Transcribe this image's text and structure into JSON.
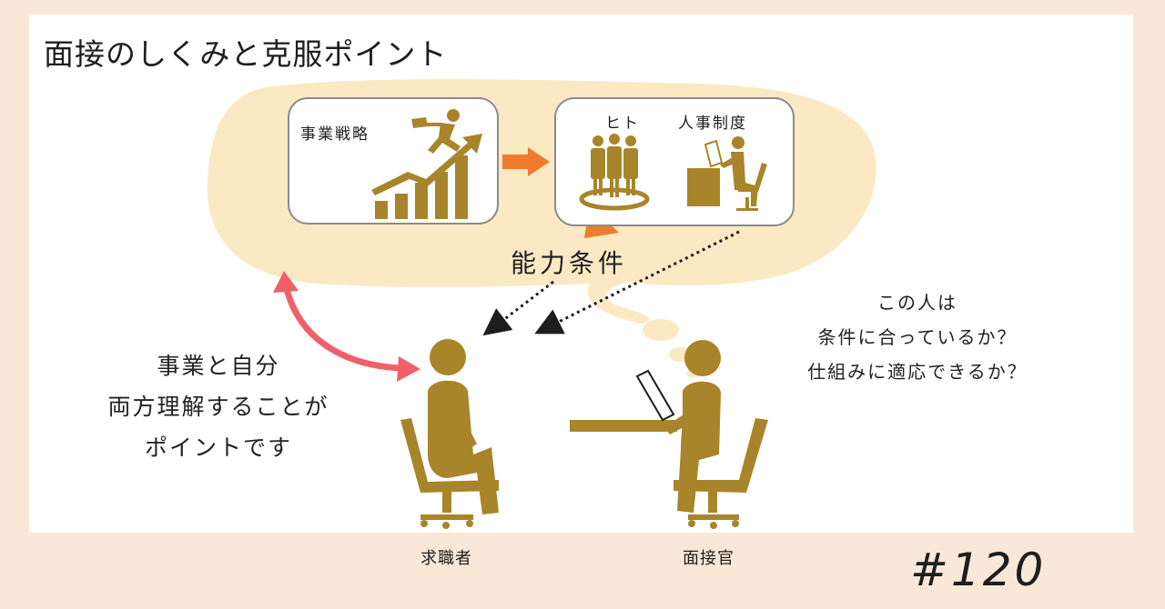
{
  "title": "面接のしくみと克服ポイント",
  "strategy_box": {
    "label": "事業戦略"
  },
  "people_box": {
    "people_label": "ヒト",
    "hr_label": "人事制度"
  },
  "ability_label": "能力条件",
  "applicant_note": {
    "line1": "事業と自分",
    "line2": "両方理解することが",
    "line3": "ポイントです"
  },
  "interviewer_thought": {
    "line1": "この人は",
    "line2": "条件に合っているか？",
    "line3": "仕組みに適応できるか？"
  },
  "roles": {
    "applicant": "求職者",
    "interviewer": "面接官"
  },
  "episode": "#120",
  "colors": {
    "background": "#f9e8d8",
    "panel": "#ffffff",
    "cloud": "#fbe9c4",
    "figure": "#a8852a",
    "arrow_orange": "#ef7b2c",
    "arrow_red": "#f0606a",
    "box_border": "#8a8a8a"
  },
  "icons": [
    "growth-chart-icon",
    "running-businessman-icon",
    "group-of-people-icon",
    "desk-worker-icon",
    "person-sitting-icon",
    "laptop-icon"
  ]
}
